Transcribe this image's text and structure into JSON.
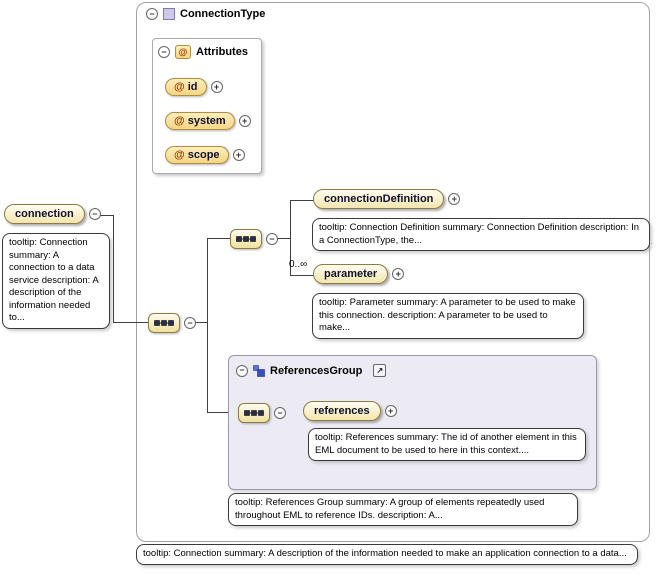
{
  "icons": {
    "collapse": "−",
    "expand": "+",
    "at": "@",
    "external_link": "↗"
  },
  "diagram": {
    "complex_type": {
      "label": "ConnectionType"
    },
    "attributes": {
      "label": "Attributes",
      "items": [
        {
          "prefix": "@",
          "name": "id"
        },
        {
          "prefix": "@",
          "name": "system"
        },
        {
          "prefix": "@",
          "name": "scope"
        }
      ]
    },
    "connection": {
      "label": "connection",
      "tooltip": "tooltip: Connection summary: A connection to a data service description: A description of the information needed to..."
    },
    "connection_definition": {
      "label": "connectionDefinition",
      "tooltip": "tooltip: Connection Definition summary: Connection Definition description: In a ConnectionType, the..."
    },
    "parameter": {
      "label": "parameter",
      "cardinality": "0..∞",
      "tooltip": "tooltip: Parameter summary: A parameter to be used to make this connection. description: A parameter to be used to make..."
    },
    "references_group": {
      "label": "ReferencesGroup",
      "tooltip": "tooltip: References Group summary: A group of elements repeatedly used throughout EML to reference IDs. description: A..."
    },
    "references": {
      "label": "references",
      "tooltip": "tooltip: References summary: The id of another element in this EML document to be used to here in this context...."
    },
    "connection_bottom_tooltip": "tooltip: Connection summary: A description of the information needed to make an application connection to a data..."
  }
}
